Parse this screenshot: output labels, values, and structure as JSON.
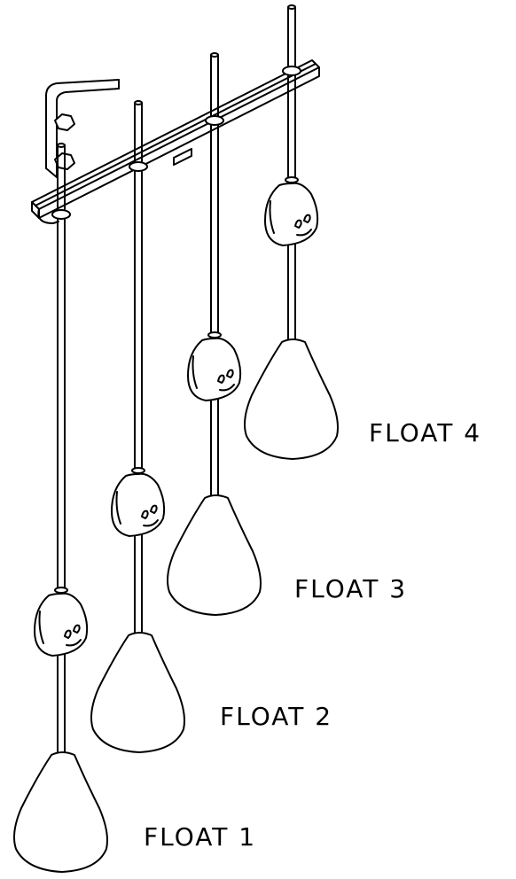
{
  "floats": [
    {
      "label": "FLOAT 1"
    },
    {
      "label": "FLOAT 2"
    },
    {
      "label": "FLOAT 3"
    },
    {
      "label": "FLOAT 4"
    }
  ],
  "colors": {
    "line": "#000000",
    "background": "#ffffff"
  }
}
